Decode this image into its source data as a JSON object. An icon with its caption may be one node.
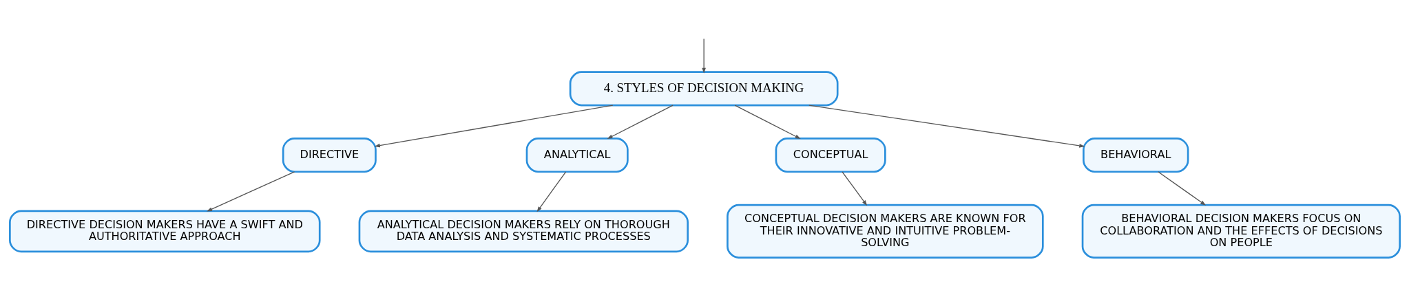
{
  "diagram": {
    "nodes": [
      {
        "text": [
          "4. STYLES OF DECISION MAKING"
        ]
      },
      {
        "text": [
          "DIRECTIVE"
        ]
      },
      {
        "text": [
          "ANALYTICAL"
        ]
      },
      {
        "text": [
          "CONCEPTUAL"
        ]
      },
      {
        "text": [
          "BEHAVIORAL"
        ]
      },
      {
        "text": [
          "DIRECTIVE DECISION MAKERS HAVE A SWIFT AND AUTHORITATIVE APPROACH"
        ]
      },
      {
        "text": [
          "ANALYTICAL DECISION MAKERS RELY ON THOROUGH DATA ANALYSIS AND SYSTEMATIC PROCESSES"
        ]
      },
      {
        "text": [
          "CONCEPTUAL DECISION MAKERS ARE KNOWN FOR THEIR INNOVATIVE AND INTUITIVE PROBLEM-SOLVING"
        ]
      },
      {
        "text": [
          "BEHAVIORAL DECISION MAKERS FOCUS ON COLLABORATION AND THE EFFECTS OF DECISIONS ON PEOPLE"
        ]
      }
    ],
    "edges": [
      {
        "from": null,
        "to": 0,
        "arrow": "to"
      },
      {
        "from": 0,
        "to": 1,
        "arrow": "to"
      },
      {
        "from": 0,
        "to": 2,
        "arrow": "to"
      },
      {
        "from": 0,
        "to": 3,
        "arrow": "to"
      },
      {
        "from": 0,
        "to": 4,
        "arrow": "to"
      },
      {
        "from": 1,
        "to": 5,
        "arrow": "to"
      },
      {
        "from": 2,
        "to": 6,
        "arrow": "to"
      },
      {
        "from": 3,
        "to": 7,
        "arrow": "to"
      },
      {
        "from": 4,
        "to": 8,
        "arrow": "to"
      }
    ]
  }
}
